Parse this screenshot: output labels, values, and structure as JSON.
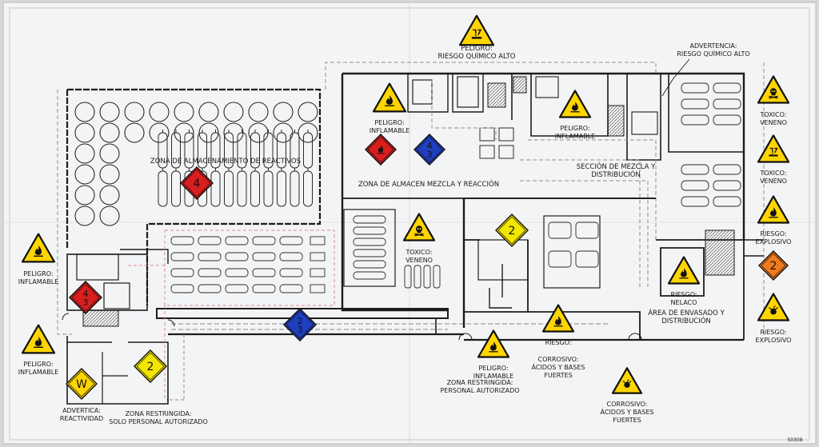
{
  "colors": {
    "paper": "#f3f4f6",
    "line": "#1c1c1c",
    "hazard_yellow": "#ffd500",
    "flammable_red": "#d91e1e",
    "water_reactive_blue": "#1f3fbf",
    "oxidizer_yellow": "#f2e600",
    "orange": "#f07a1e",
    "dashed_route": "#9a9a9a",
    "restricted_red": "#e08a8a"
  },
  "top_warning": {
    "icon": "corrosive-icon",
    "lines": [
      "PELIGRO:",
      "RIESGO QUÍMICO ALTO"
    ]
  },
  "callout_warning": {
    "lines": [
      "ADVERTENCIA:",
      "RIESGO QUÍMICO ALTO"
    ]
  },
  "zones": {
    "storage": "ZONA DE ALMACENAMIENTO DE REACTIVOS",
    "mixing": "ZONA DE ALMACEN MEZCLA Y REACCIÓN",
    "mixing_section": [
      "SECCIÓN DE MEZCLA Y",
      "DISTRIBUCIÓN"
    ],
    "packaging": [
      "ÁREA DE ENVASADO Y",
      "DISTRIBUCIÓN"
    ],
    "restricted_left": [
      "ZONA RESTRINGIDA:",
      "SOLO PERSONAL AUTORIZADO"
    ],
    "restricted_bottom": [
      "ZONA RESTRINGIDA:",
      "PERSONAL AUTORIZADO"
    ]
  },
  "warning_signs": [
    {
      "id": "flam-left-1",
      "icon": "flame-icon",
      "lines": [
        "PELIGRO:",
        "INFLAMABLE"
      ]
    },
    {
      "id": "flam-left-2",
      "icon": "flame-icon",
      "lines": [
        "PELIGRO:",
        "INFLAMABLE"
      ]
    },
    {
      "id": "flam-mix",
      "icon": "flame-icon",
      "lines": [
        "PELIGRO:",
        "INFLAMABLE"
      ]
    },
    {
      "id": "flam-right",
      "icon": "flame-icon",
      "lines": [
        "PELIGRO:",
        "INFLAMABLE"
      ]
    },
    {
      "id": "tox-center",
      "icon": "skull-icon",
      "lines": [
        "TOXICO:",
        "VENENO"
      ]
    },
    {
      "id": "riesgo-nelaco",
      "icon": "flame-icon",
      "lines": [
        "RIESGO:",
        "NELACO"
      ]
    },
    {
      "id": "riesgo-mid",
      "icon": "flame-icon",
      "lines": [
        "RIESGO:"
      ]
    },
    {
      "id": "corrosive-mid",
      "icon": "",
      "lines": [
        "CORROSIVO:",
        "ÁCIDOS Y BASES",
        "FUERTES"
      ]
    },
    {
      "id": "flam-bottom",
      "icon": "flame-icon",
      "lines": [
        "PELIGRO:",
        "INFLAMABLE"
      ]
    },
    {
      "id": "corrosive-bottom",
      "icon": "explosion-icon",
      "lines": [
        "CORROSIVO:",
        "ÁCIDOS Y BASES",
        "FUERTES"
      ]
    },
    {
      "id": "tox-right",
      "icon": "skull-icon",
      "lines": [
        "TOXICO:",
        "VENENO"
      ]
    },
    {
      "id": "tox-right-2",
      "icon": "corrosive-icon",
      "lines": [
        "TOXICO:",
        "VENENO"
      ]
    },
    {
      "id": "expl-right-1",
      "icon": "flame-icon",
      "lines": [
        "RIESGO:",
        "EXPLOSIVO"
      ]
    },
    {
      "id": "expl-right-2",
      "icon": "explosion-icon",
      "lines": [
        "RIESGO:",
        "EXPLOSIVO"
      ]
    }
  ],
  "diamonds": [
    {
      "id": "storage-4",
      "text": "4",
      "color": "flammable_red"
    },
    {
      "id": "mix-flame",
      "text": "",
      "color": "flammable_red"
    },
    {
      "id": "mix-43",
      "text": "4\n3",
      "color": "water_reactive_blue"
    },
    {
      "id": "left-43",
      "text": "4\n3",
      "color": "flammable_red"
    },
    {
      "id": "corridor-23",
      "text": "2\n3",
      "color": "water_reactive_blue"
    },
    {
      "id": "center-2",
      "text": "2",
      "color": "oxidizer_yellow"
    },
    {
      "id": "left-2",
      "text": "2",
      "color": "oxidizer_yellow"
    },
    {
      "id": "right-2",
      "text": "2",
      "color": "orange"
    },
    {
      "id": "left-w",
      "text": "W",
      "color": "hazard_yellow"
    }
  ],
  "reactivity_sign": {
    "lines": [
      "ADVERTICA:",
      "REACTIVIDAD"
    ]
  },
  "stamp": "50308"
}
